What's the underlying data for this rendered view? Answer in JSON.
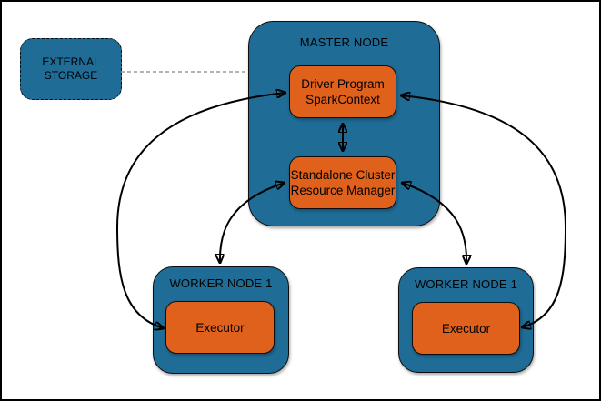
{
  "colors": {
    "node_blue": "#1F6C96",
    "accent_orange": "#E0611C",
    "outline": "#000000",
    "dashed_link": "#999999",
    "canvas_bg": "#FFFFFF",
    "text": "#000000"
  },
  "diagram": {
    "external_storage": {
      "label": "EXTERNAL STORAGE"
    },
    "master_node": {
      "title": "MASTER NODE",
      "driver": {
        "line1": "Driver Program",
        "line2": "SparkContext"
      },
      "resource_manager": {
        "line1": "Standalone Cluster",
        "line2": "Resource Manager"
      }
    },
    "workers": [
      {
        "title": "WORKER NODE 1",
        "executor": "Executor"
      },
      {
        "title": "WORKER NODE 1",
        "executor": "Executor"
      }
    ],
    "connections": [
      {
        "from": "external-storage",
        "to": "master-node",
        "style": "dashed",
        "arrows": "none"
      },
      {
        "from": "driver-program",
        "to": "resource-manager",
        "style": "solid",
        "arrows": "both"
      },
      {
        "from": "driver-program",
        "to": "executor-left",
        "style": "solid",
        "arrows": "both"
      },
      {
        "from": "driver-program",
        "to": "executor-right",
        "style": "solid",
        "arrows": "both"
      },
      {
        "from": "resource-manager",
        "to": "worker-node-left",
        "style": "solid",
        "arrows": "both"
      },
      {
        "from": "resource-manager",
        "to": "worker-node-right",
        "style": "solid",
        "arrows": "both"
      }
    ]
  }
}
